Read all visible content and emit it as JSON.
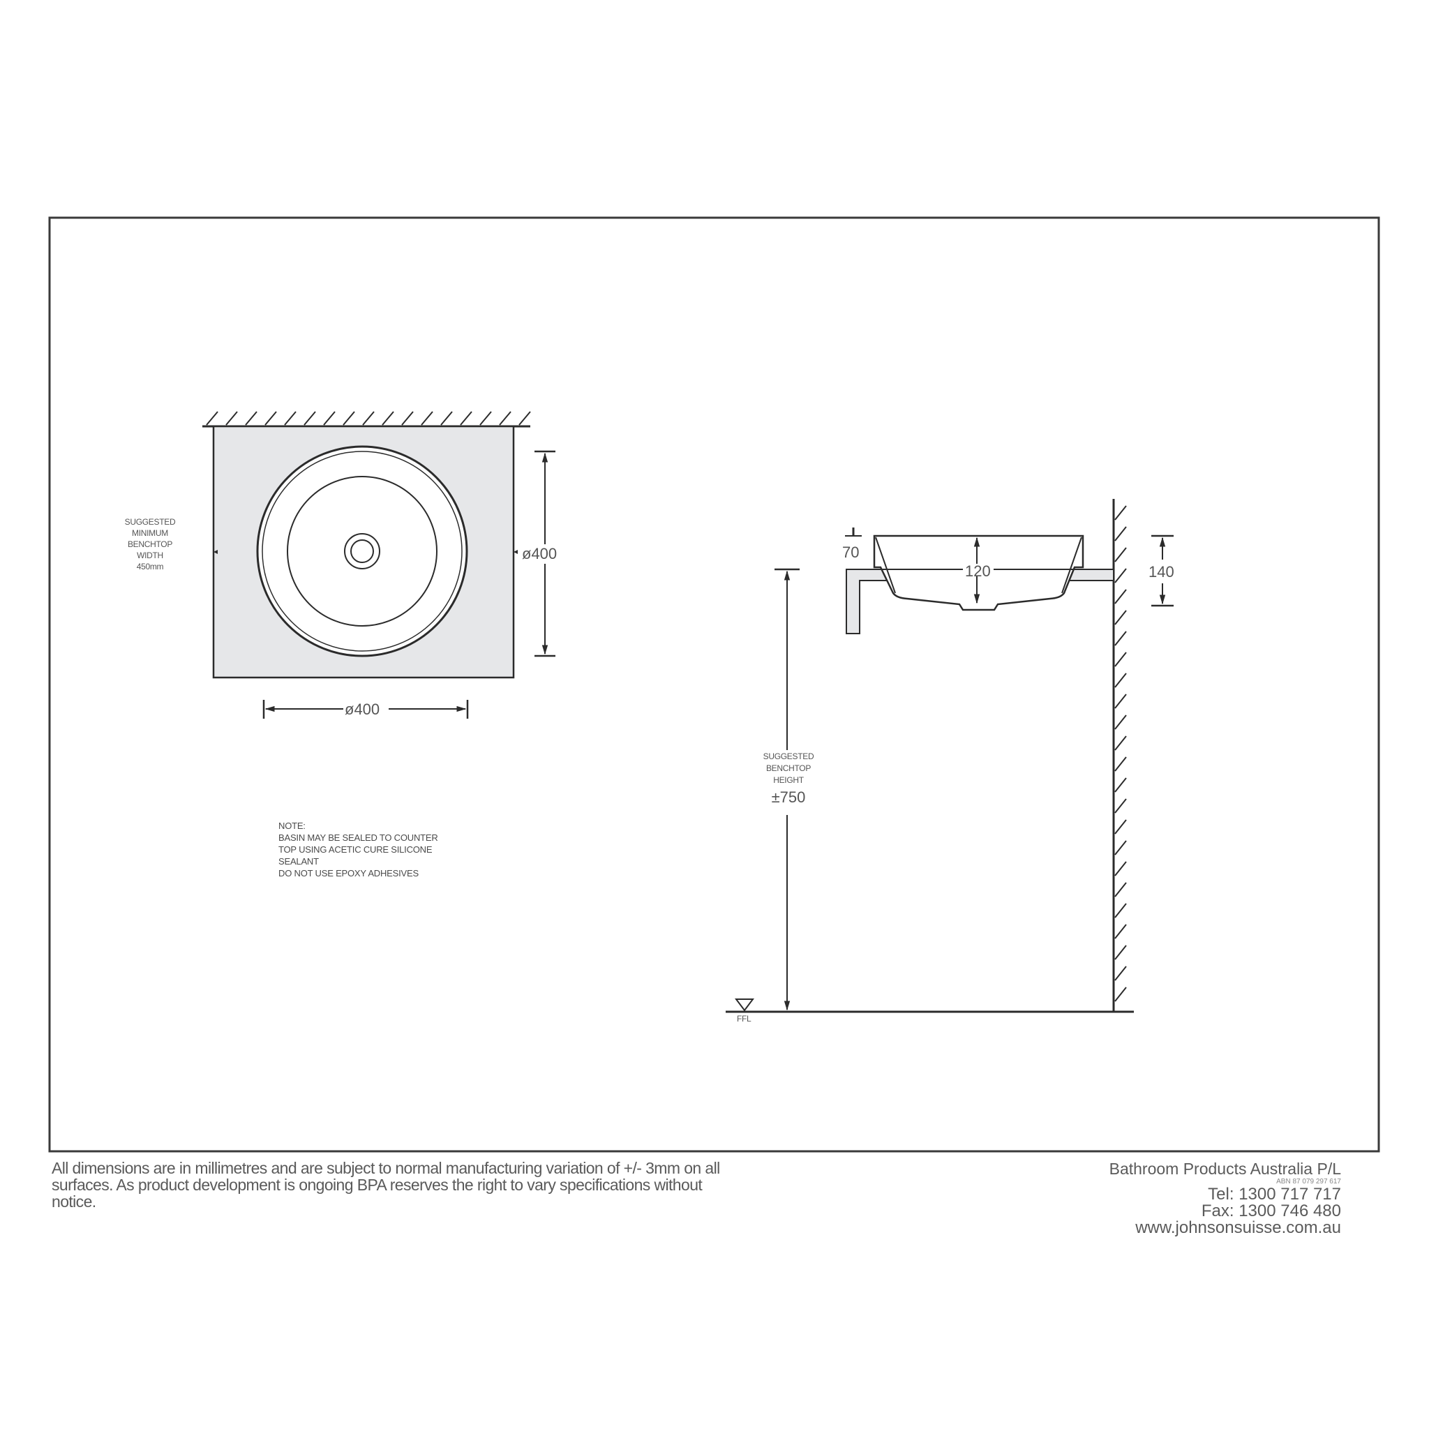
{
  "plan_view": {
    "benchtop_label": [
      "SUGGESTED",
      "MINIMUM",
      "BENCHTOP",
      "WIDTH",
      "450mm"
    ],
    "width_dimension": "ø400",
    "depth_dimension": "ø400"
  },
  "note": {
    "lines": [
      "NOTE:",
      "BASIN MAY BE SEALED TO COUNTER",
      "TOP USING ACETIC CURE SILICONE",
      "SEALANT",
      "DO NOT USE EPOXY ADHESIVES"
    ]
  },
  "side_view": {
    "dim_above_bench": "70",
    "dim_basin_depth": "120",
    "dim_total_height": "140",
    "height_label": [
      "SUGGESTED",
      "BENCHTOP",
      "HEIGHT"
    ],
    "height_value": "±750",
    "floor_label": "FFL"
  },
  "footer": {
    "disclaimer": "All dimensions are in millimetres and are subject to normal manufacturing variation of +/- 3mm on all surfaces. As product development is ongoing BPA reserves the right to vary specifications without notice.",
    "company": "Bathroom Products Australia P/L",
    "abn": "ABN 87 079 297 617",
    "tel": "Tel:  1300 717 717",
    "fax": "Fax: 1300 746 480",
    "website": "www.johnsonsuisse.com.au"
  },
  "colors": {
    "line": "#2b2b2b",
    "benchtop_fill": "#e6e7e9",
    "text": "#555555"
  }
}
